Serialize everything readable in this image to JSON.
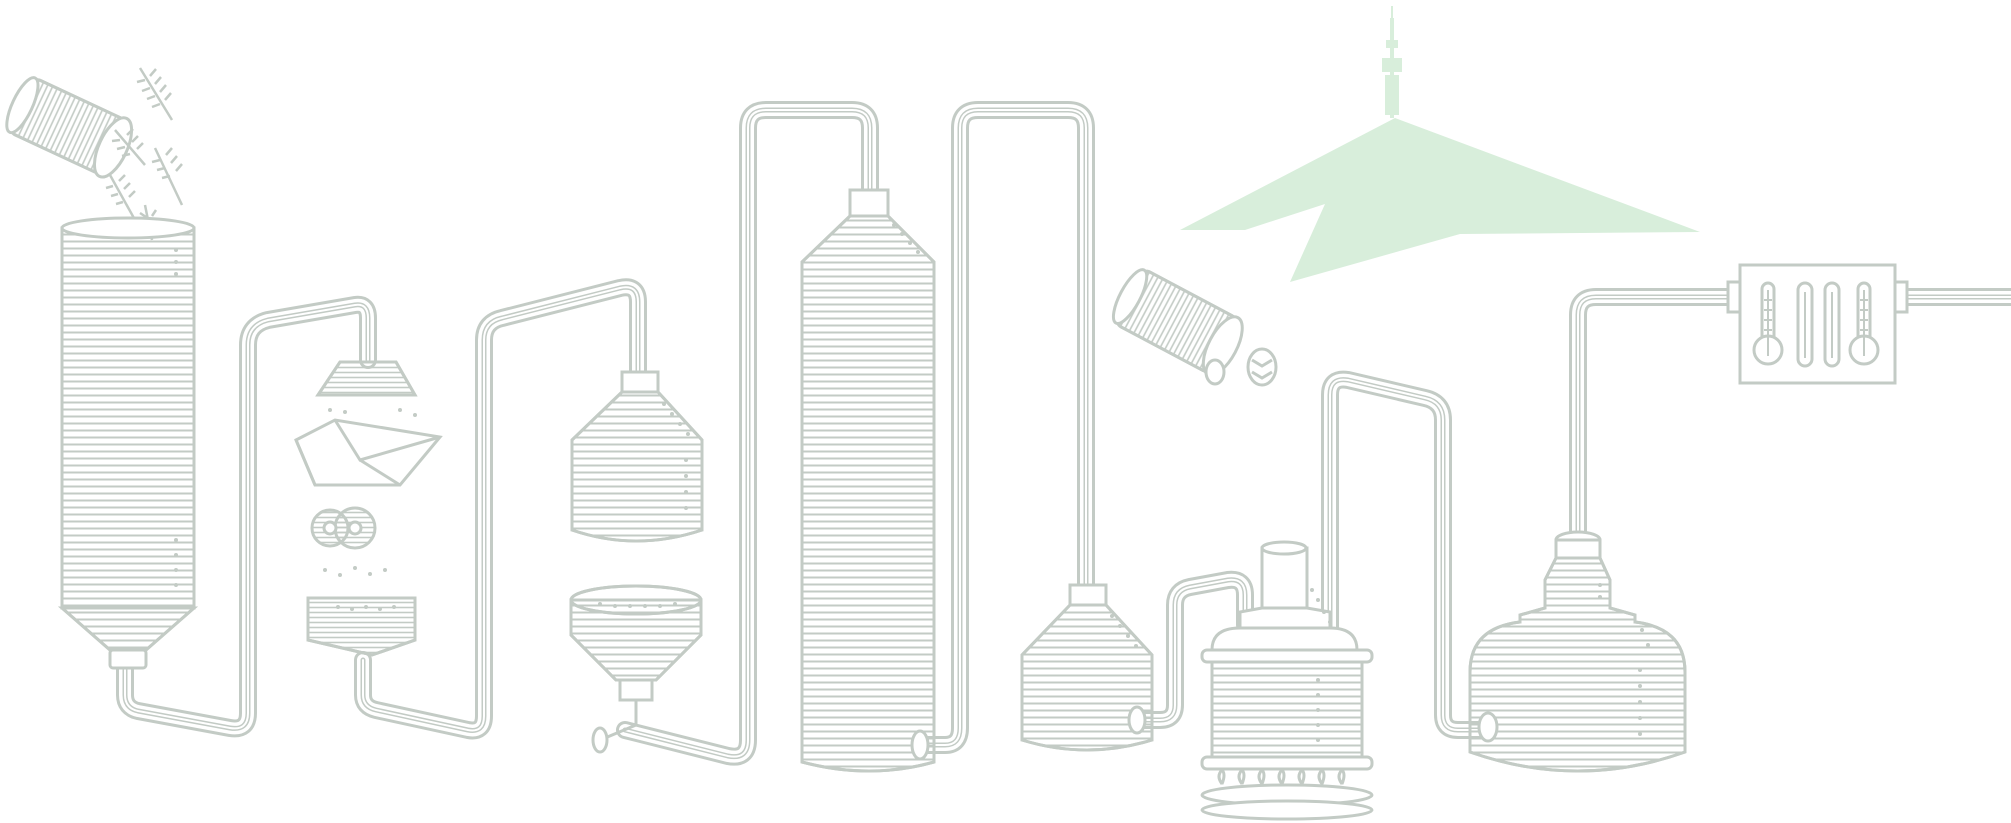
{
  "title": "",
  "colors": {
    "line": "#c3cbc5",
    "fill": "#ffffff",
    "accent": "#d8eedb"
  },
  "illustration": {
    "stages": [
      {
        "id": "grain-pour",
        "icon": "grain-bucket-icon"
      },
      {
        "id": "grain-silo",
        "icon": "silo-icon"
      },
      {
        "id": "grain-mill",
        "icon": "mill-icon"
      },
      {
        "id": "mash-tun",
        "icon": "mash-tun-icon"
      },
      {
        "id": "lauter-tun",
        "icon": "lauter-tun-icon"
      },
      {
        "id": "tall-column",
        "icon": "column-tank-icon"
      },
      {
        "id": "small-tank",
        "icon": "small-tank-icon"
      },
      {
        "id": "hop-addition",
        "icon": "hop-bucket-icon"
      },
      {
        "id": "brew-kettle",
        "icon": "brew-kettle-icon"
      },
      {
        "id": "whirlpool",
        "icon": "whirlpool-tank-icon"
      },
      {
        "id": "control-panel",
        "icon": "thermometer-panel-icon"
      },
      {
        "id": "tower-landmark",
        "icon": "tower-landmark-icon"
      }
    ]
  }
}
